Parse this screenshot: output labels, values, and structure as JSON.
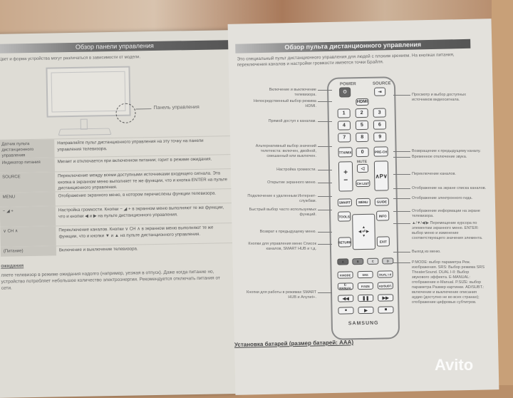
{
  "left_page": {
    "title": "Обзор панели управления",
    "note": "Цвет и форма устройства могут различаться в зависимости от модели.",
    "panel_label": "Панель управления",
    "rows": [
      {
        "label": "Датчик пульта дистанционного управления",
        "desc": "Направляйте пульт дистанционного управления на эту точку на панели управления телевизора."
      },
      {
        "label": "Индикатор питания",
        "desc": "Мигает и отключается при включенном питании; горит в режиме ожидания."
      },
      {
        "label": "SOURCE",
        "desc": "Переключение между всеми доступными источниками входящего сигнала. Эта кнопка в экранном меню выполняет те же функции, что и кнопка ENTER на пульте дистанционного управления."
      },
      {
        "label": "MENU",
        "desc": "Отображение экранного меню, в котором перечислены функции телевизора."
      },
      {
        "label": "− ◢ +",
        "desc": "Настройка громкости. Кнопки − ◢ + в экранном меню выполняют те же функции, что и кнопки ◀ и ▶ на пульте дистанционного управления."
      },
      {
        "label": "∨ CH ∧",
        "desc": "Переключение каналов. Кнопки ∨ CH ∧ в экранном меню выполняют те же функции, что и кнопки ▼ и ▲ на пульте дистанционного управления."
      },
      {
        "label": "(Питание)",
        "desc": "Включение и выключение телевизора."
      }
    ],
    "standby_heading": "ожидания",
    "standby_text": "ляете телевизор в режиме ожидания надолго (например, уезжая в отпуск). Даже когда питание но, устройство потребляет небольшое количество электроэнергии. Рекомендуется отключать питания от сети."
  },
  "right_page": {
    "title": "Обзор пульта дистанционного управления",
    "intro": "Это специальный пульт дистанционного управления для людей с плохим зрением. На кнопках питания, переключения каналов и настройки громкости имеются точки Брайля.",
    "remote_buttons": {
      "power": "POWER",
      "source": "SOURCE",
      "hdmi": "HDMI",
      "digits": [
        "1",
        "2",
        "3",
        "4",
        "5",
        "6",
        "7",
        "8",
        "9",
        "0"
      ],
      "ttx": "TTX/MIX",
      "prech": "PRE-CH",
      "mute": "MUTE",
      "chlist": "CH LIST",
      "smart": "SMART",
      "menu": "MENU",
      "guide": "GUIDE",
      "tools": "TOOLS",
      "info": "INFO",
      "return": "RETURN",
      "exit": "EXIT",
      "colors": [
        "A",
        "B",
        "C",
        "D"
      ],
      "pmode": "P.MODE",
      "srs": "SRS",
      "dual": "DUAL I-II",
      "emanual": "E-MANUAL",
      "psize": "P.SIZE",
      "adsubt": "AD/SUBT.",
      "brand": "SAMSUNG"
    },
    "left_callouts": [
      "Включение и выключение телевизора.",
      "Непосредственный выбор режима HDMI.",
      "Прямой доступ к каналам.",
      "Альтернативный выбор значений телетекста: включен, двойной, смешанный или выключен.",
      "Настройка громкости.",
      "Открытие экранного меню.",
      "Подключение к удаленным Интернет-службам.",
      "Быстрый выбор часто используемых функций.",
      "Возврат к предыдущему меню.",
      "Кнопки для управления меню Список каналов, SMART HUB и т.д.",
      "Кнопки для работы в режимах SMART HUB и Anynet+."
    ],
    "right_callouts": [
      "Просмотр и выбор доступных источников видеосигнала.",
      "Возвращение к предыдущему каналу.",
      "Временное отключение звука.",
      "Переключение каналов.",
      "Отображение на экране списка каналов.",
      "Отображение электронного гида.",
      "Отображение информации на экране телевизора.",
      "▲/▼/◀/▶ Перемещение курсора по элементам экранного меню. ENTER: выбор меню и изменение соответствующего значения элемента.",
      "Выход из меню.",
      "P.MODE: выбор параметра Реж. изображения. SRS: Выбор режима SRS TheaterSound. DUAL I-II: Выбор звукового эффекта. E-MANUAL: отображение e-Manual. P.SIZE: выбор параметра Размер картинки. AD/SUBT.: включение и выключение описания аудио (доступно не во всех странах); отображение цифровых субтитров."
    ],
    "battery_heading": "Установка батарей (размер батарей: AAA)"
  },
  "watermark": "Avito"
}
